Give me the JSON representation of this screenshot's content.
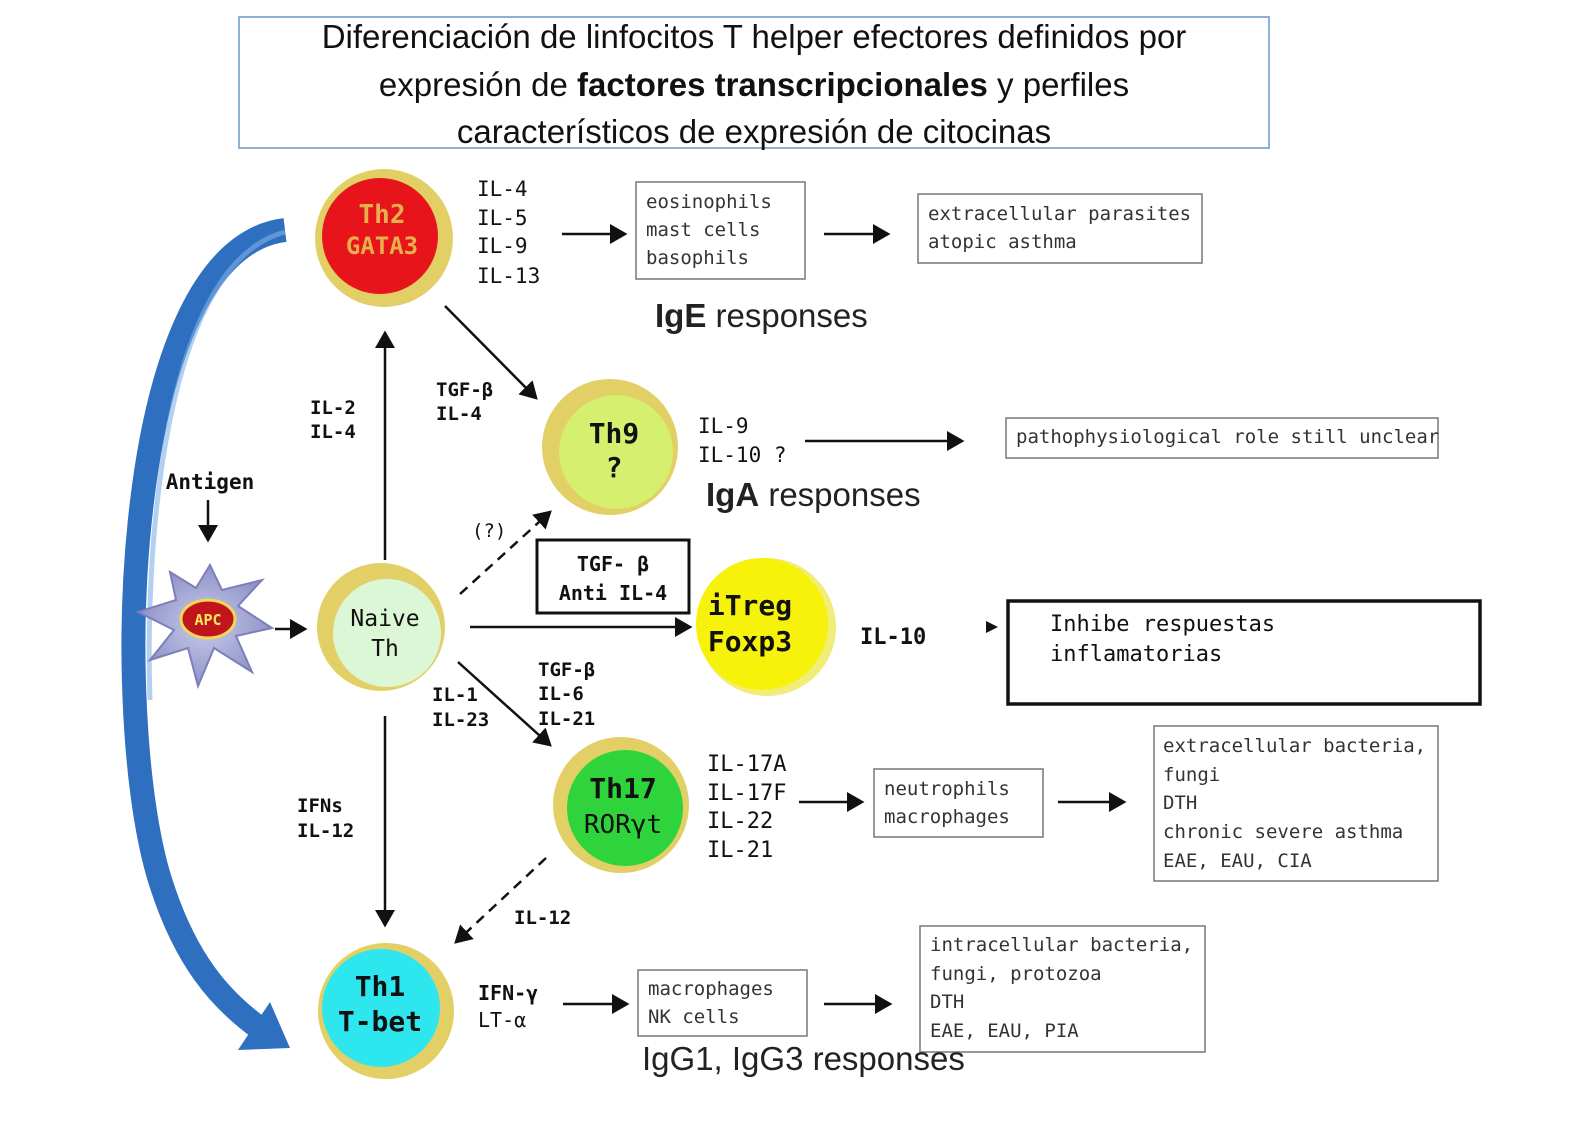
{
  "title": {
    "line1": "Diferenciación de linfocitos T helper efectores definidos por",
    "line2_prefix": "expresión de ",
    "line2_bold": "factores transcripcionales",
    "line2_suffix": " y perfiles",
    "line3": "característicos de expresión de citocinas"
  },
  "antigen": {
    "label": "Antigen",
    "apc": "APC"
  },
  "cells": {
    "naive": {
      "line1": "Naive",
      "line2": "Th"
    },
    "th2": {
      "line1": "Th2",
      "line2": "GATA3"
    },
    "th9": {
      "line1": "Th9",
      "line2": "?"
    },
    "itreg": {
      "line1": "iTreg",
      "line2": "Foxp3"
    },
    "th17": {
      "line1": "Th17",
      "line2": "RORγt"
    },
    "th1": {
      "line1": "Th1",
      "line2": "T-bet"
    }
  },
  "inducers": {
    "th2": [
      "IL-2",
      "IL-4"
    ],
    "th9": [
      "TGF-β",
      "IL-4"
    ],
    "th9_uncertain": "(?)",
    "itreg": [
      "TGF- β",
      "Anti IL-4"
    ],
    "th17_a": [
      "TGF-β",
      "IL-6",
      "IL-21"
    ],
    "th17_b": [
      "IL-1",
      "IL-23"
    ],
    "th1": [
      "IFNs",
      "IL-12"
    ],
    "th17_to_th1": "IL-12"
  },
  "cytokines": {
    "th2": [
      "IL-4",
      "IL-5",
      "IL-9",
      "IL-13"
    ],
    "th9": [
      "IL-9",
      "IL-10 ?"
    ],
    "itreg": "IL-10",
    "th17": [
      "IL-17A",
      "IL-17F",
      "IL-22",
      "IL-21"
    ],
    "th1": [
      "IFN-γ",
      "LT-α"
    ]
  },
  "effectors": {
    "th2": [
      "eosinophils",
      "mast cells",
      "basophils"
    ],
    "th17": [
      "neutrophils",
      "macrophages"
    ],
    "th1": [
      "macrophages",
      "NK cells"
    ]
  },
  "outcomes": {
    "th2": [
      "extracellular parasites",
      "atopic asthma"
    ],
    "th9": "pathophysiological role still unclear",
    "itreg": [
      "Inhibe respuestas",
      "inflamatorias"
    ],
    "th17": [
      "extracellular bacteria,",
      "fungi",
      "DTH",
      "chronic severe asthma",
      "EAE, EAU, CIA"
    ],
    "th1": [
      "intracellular bacteria,",
      "fungi, protozoa",
      "DTH",
      "EAE, EAU, PIA"
    ]
  },
  "responses": {
    "ige": {
      "bold": "IgE",
      "rest": " responses"
    },
    "iga": {
      "bold": "IgA",
      "rest": " responses"
    },
    "igg": "IgG1, IgG3 responses"
  },
  "colors": {
    "th2": "#e8141c",
    "th9": "#d6ef6e",
    "itreg": "#f7f20a",
    "th17": "#2fd43c",
    "th1": "#2ee6ee",
    "naive": "#dcf7d6",
    "ring": "#e2cf66",
    "big_arrow": "#2f6fc0"
  }
}
